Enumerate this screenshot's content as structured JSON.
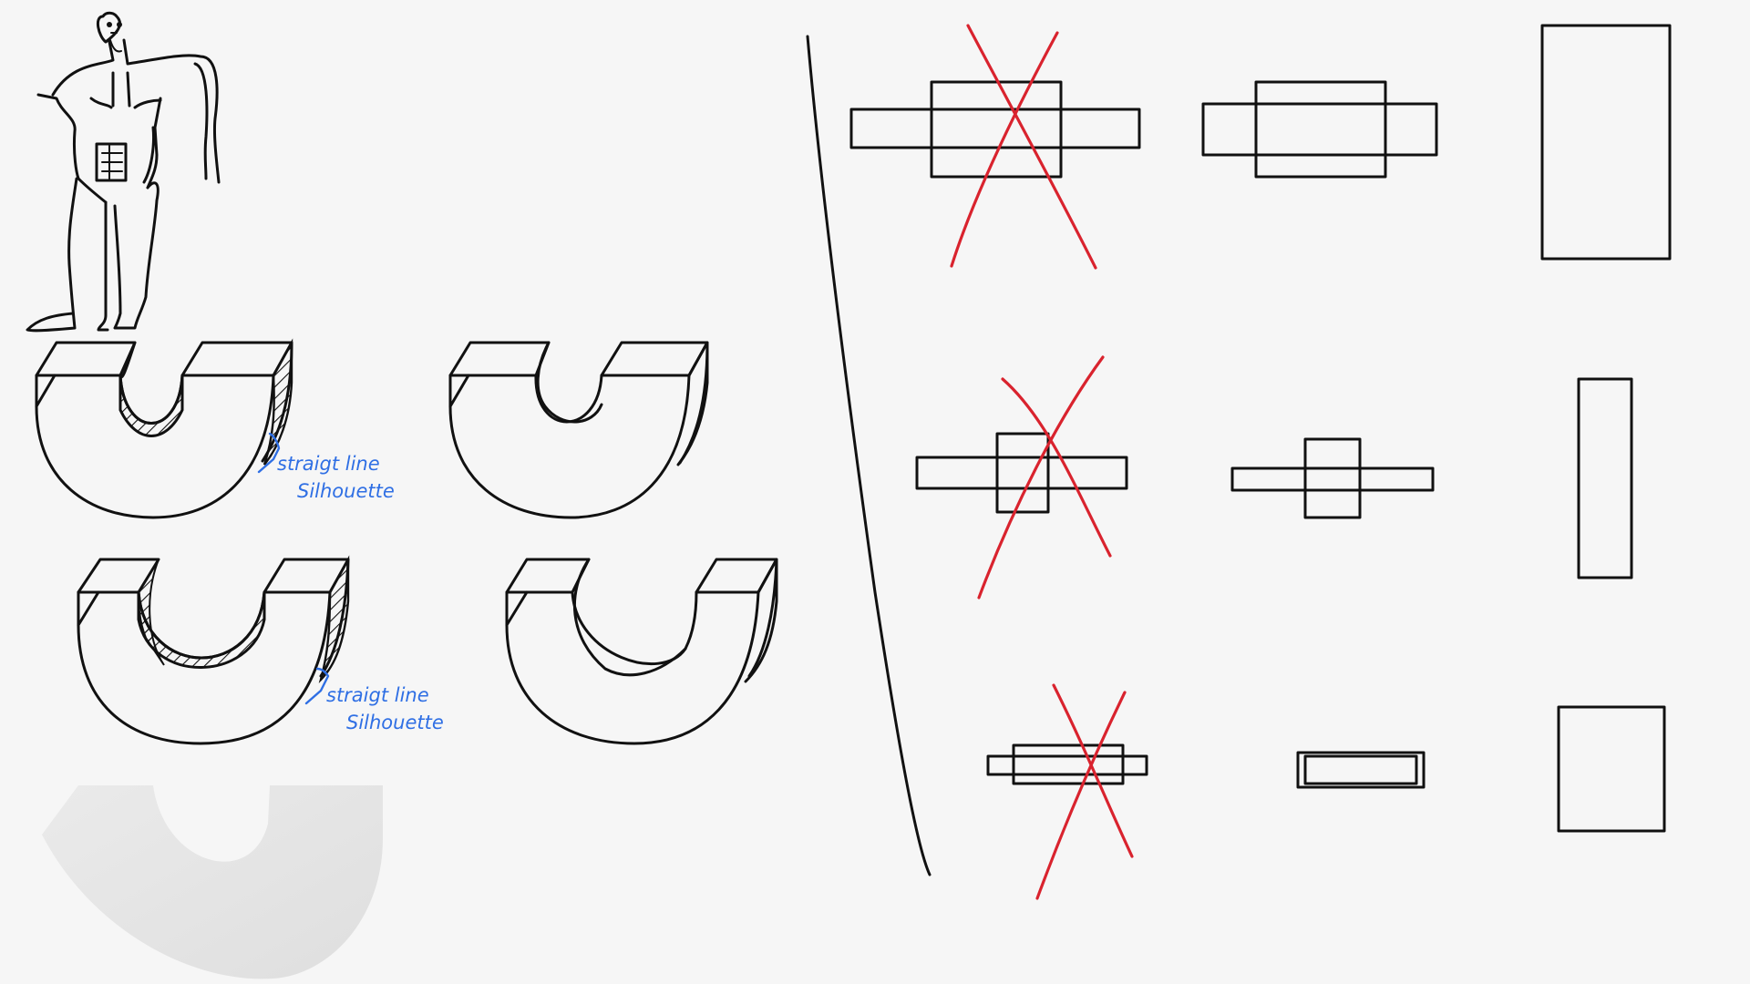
{
  "canvas": {
    "background": "#f6f6f6",
    "ink_color": "#111111"
  },
  "annotations": {
    "note_color": "#2f6fe4",
    "note_1_line_1": "straigt line",
    "note_1_line_2": "Silhouette",
    "note_2_line_1": "straigt line",
    "note_2_line_2": "Silhouette"
  },
  "marks": {
    "cross_color": "#d9232e",
    "crossed_out_count": 3
  },
  "icons": {
    "figure": "humanoid-figure-sketch",
    "shapes": "half-ring-blocks",
    "compare": "cross-section-rectangles"
  }
}
